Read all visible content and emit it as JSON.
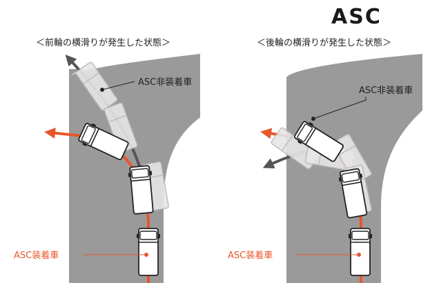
{
  "logo": {
    "text": "ASC"
  },
  "panels": [
    {
      "heading": "＜前輪の横滑りが発生した状態＞",
      "label_without": "ASC非装着車",
      "label_with": "ASC装着車"
    },
    {
      "heading": "＜後輪の横滑りが発生した状態＞",
      "label_without": "ASC非装着車",
      "label_with": "ASC装着車"
    }
  ],
  "colors": {
    "road": "#9a9a9a",
    "path_with_asc": "#e8562a",
    "path_without_asc": "#555555",
    "car_outline": "#222222",
    "ghost_car": "#d0d0d0"
  }
}
